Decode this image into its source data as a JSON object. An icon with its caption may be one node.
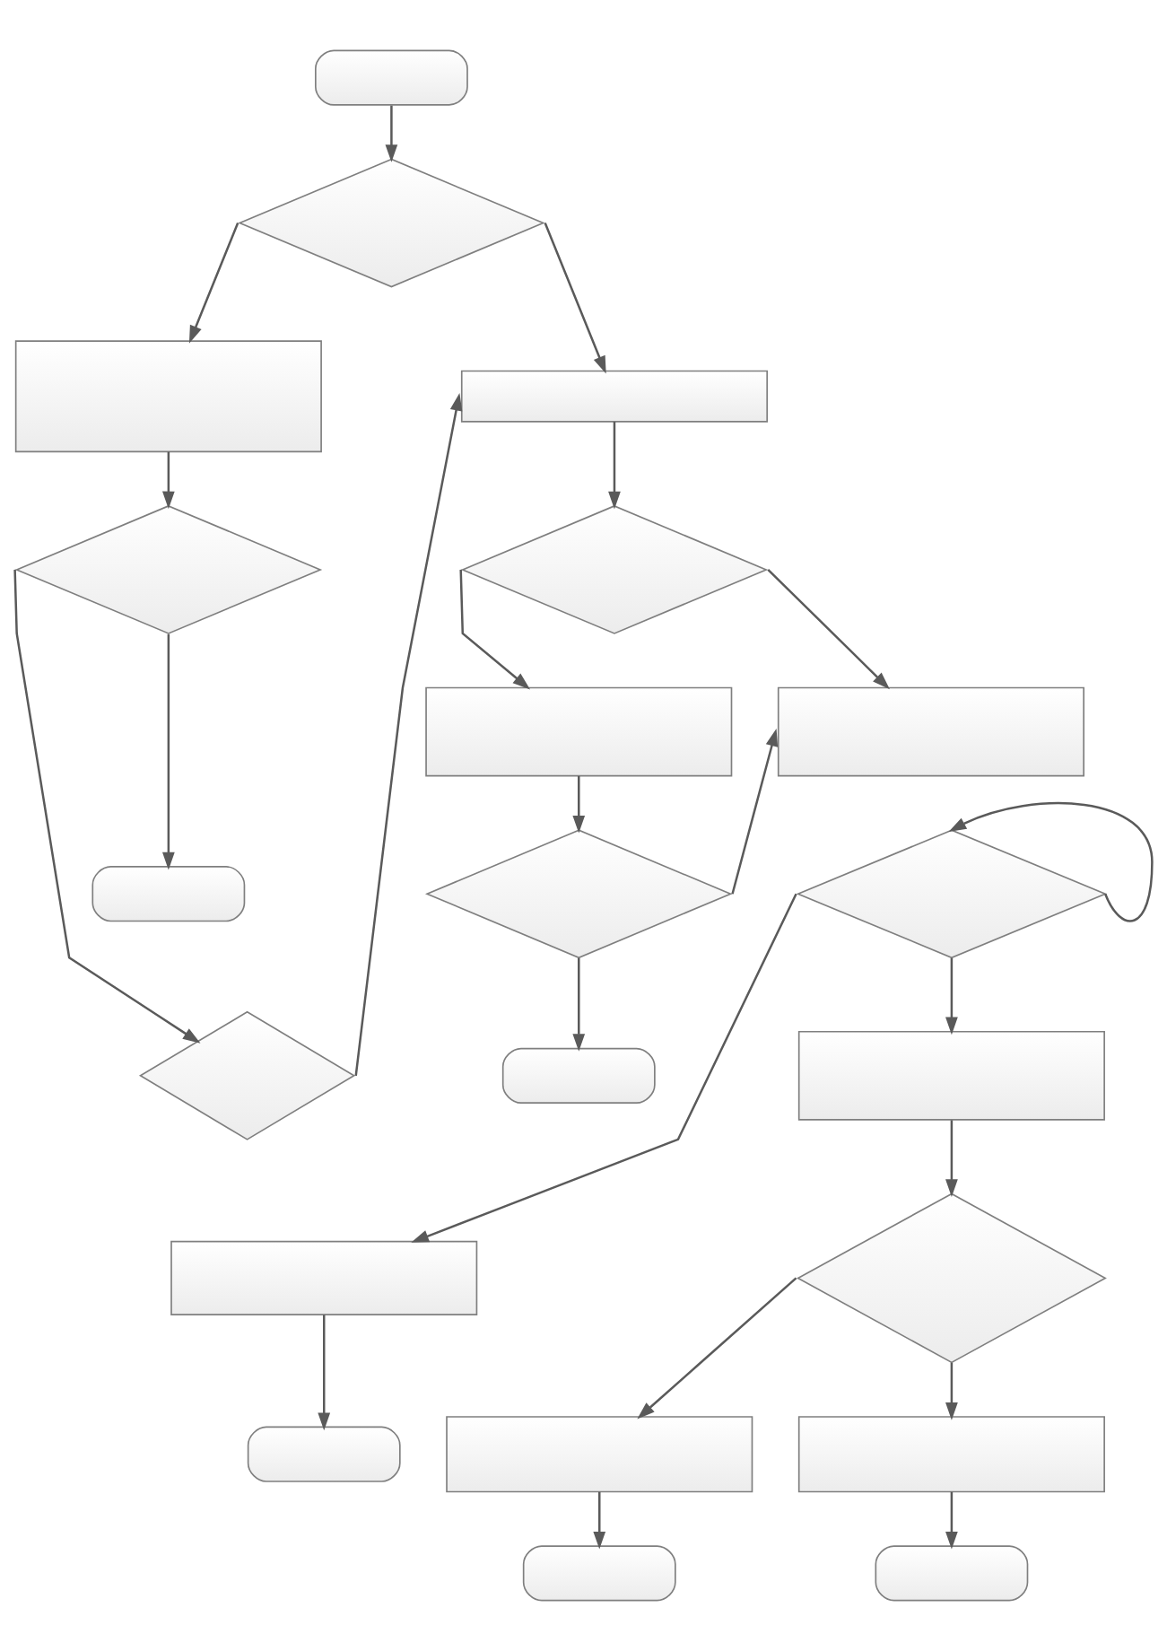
{
  "diagram": {
    "nodes": [
      {
        "text": [],
        "shape": "oval"
      },
      {
        "text": [],
        "shape": "diamond"
      },
      {
        "text": [],
        "shape": "box"
      },
      {
        "text": [],
        "shape": "box"
      },
      {
        "text": [],
        "shape": "diamond"
      },
      {
        "text": [],
        "shape": "diamond"
      },
      {
        "text": [],
        "shape": "box"
      },
      {
        "text": [],
        "shape": "box"
      },
      {
        "text": [],
        "shape": "diamond"
      },
      {
        "text": [],
        "shape": "diamond"
      },
      {
        "text": [],
        "shape": "oval"
      },
      {
        "text": [],
        "shape": "diamond"
      },
      {
        "text": [],
        "shape": "box"
      },
      {
        "text": [],
        "shape": "oval"
      },
      {
        "text": [],
        "shape": "box"
      },
      {
        "text": [],
        "shape": "diamond"
      },
      {
        "text": [],
        "shape": "oval"
      },
      {
        "text": [],
        "shape": "box"
      },
      {
        "text": [],
        "shape": "box"
      },
      {
        "text": [],
        "shape": "oval"
      },
      {
        "text": [],
        "shape": "oval"
      }
    ],
    "edges": [
      {
        "from": 0,
        "to": 1,
        "arrow": "to"
      },
      {
        "from": 1,
        "to": 2,
        "arrow": "to"
      },
      {
        "from": 1,
        "to": 3,
        "arrow": "to"
      },
      {
        "from": 2,
        "to": 5,
        "arrow": "to"
      },
      {
        "from": 5,
        "to": 10,
        "arrow": "to"
      },
      {
        "from": 5,
        "to": 11,
        "arrow": "to"
      },
      {
        "from": 11,
        "to": 3,
        "arrow": "to"
      },
      {
        "from": 3,
        "to": 4,
        "arrow": "to"
      },
      {
        "from": 4,
        "to": 7,
        "arrow": "to"
      },
      {
        "from": 4,
        "to": 6,
        "arrow": "to"
      },
      {
        "from": 7,
        "to": 8,
        "arrow": "to"
      },
      {
        "from": 8,
        "to": 13,
        "arrow": "to"
      },
      {
        "from": 8,
        "to": 6,
        "arrow": "to"
      },
      {
        "from": 9,
        "to": 9,
        "arrow": "to"
      },
      {
        "from": 9,
        "to": 14,
        "arrow": "to"
      },
      {
        "from": 9,
        "to": 12,
        "arrow": "to"
      },
      {
        "from": 14,
        "to": 16,
        "arrow": "to"
      },
      {
        "from": 12,
        "to": 15,
        "arrow": "to"
      },
      {
        "from": 15,
        "to": 17,
        "arrow": "to"
      },
      {
        "from": 15,
        "to": 18,
        "arrow": "to"
      },
      {
        "from": 17,
        "to": 19,
        "arrow": "to"
      },
      {
        "from": 18,
        "to": 20,
        "arrow": "to"
      }
    ]
  }
}
